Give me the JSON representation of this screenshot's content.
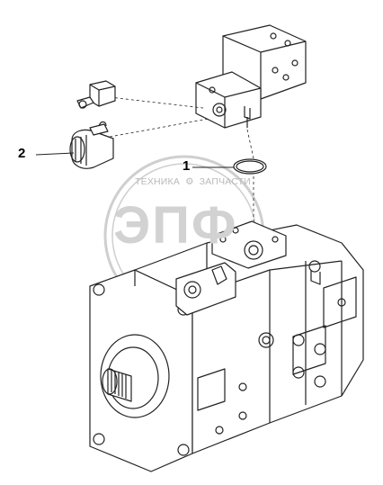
{
  "callouts": {
    "item_1": "1",
    "item_2": "2"
  },
  "watermark": {
    "line_left": "ТЕХНИКА",
    "line_right": "ЗАПЧАСТИ",
    "logo_letters": "ЭПФ"
  },
  "colors": {
    "line": "#222222",
    "watermark": "#c8c8c8"
  }
}
